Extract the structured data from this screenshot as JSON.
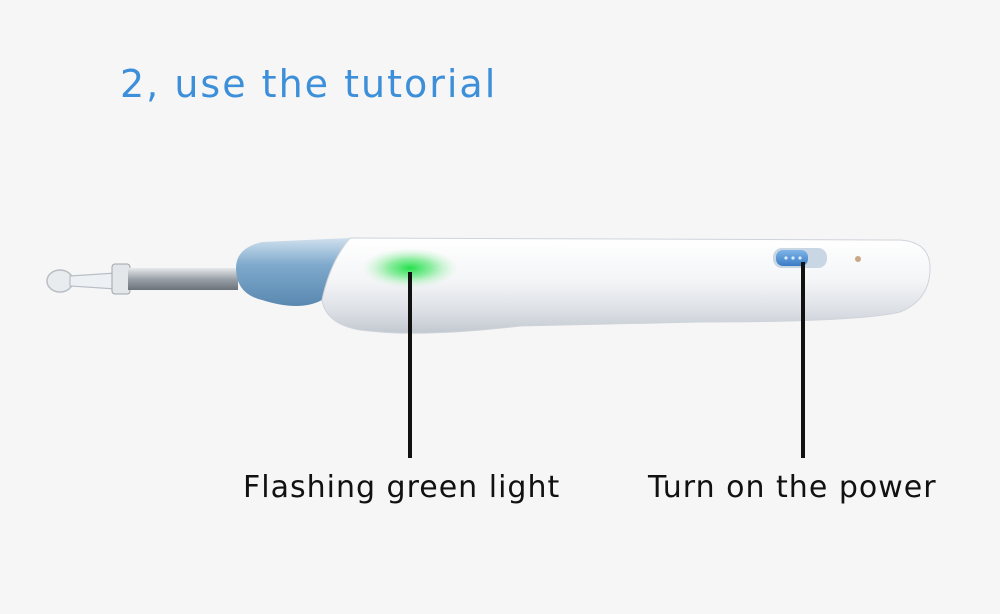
{
  "title": "2, use the tutorial",
  "labels": {
    "green_light": "Flashing green light",
    "power": "Turn on the power"
  },
  "colors": {
    "title": "#3c8fd8",
    "led": "#22e04a",
    "switch": "#4a90d6",
    "body": "#ffffff",
    "collar": "#7aa6c8"
  }
}
